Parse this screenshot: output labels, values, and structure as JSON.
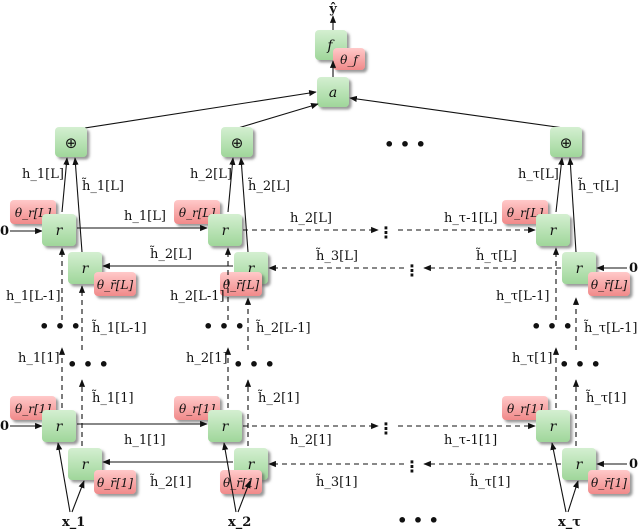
{
  "diagram": {
    "output_label": "ŷ",
    "f_node": "f",
    "theta_f": "θ_f",
    "a_node": "a",
    "sum_symbol": "⊕",
    "r_node": "r",
    "theta_r_L": "θ_r[L]",
    "theta_rbar_L": "θ_r̄[L]",
    "theta_r_1": "θ_r[1]",
    "theta_rbar_1": "θ_r̄[1]",
    "zero": "0",
    "ellipsis": "• • •",
    "vdots": "⋮",
    "inputs": [
      "x_1",
      "x_2",
      "x_τ"
    ],
    "col1": {
      "h_L": "h_1[L]",
      "ht_L": "h̃_1[L]",
      "h_Lm1": "h_1[L-1]",
      "ht_Lm1": "h̃_1[L-1]",
      "h_1": "h_1[1]",
      "ht_1": "h̃_1[1]"
    },
    "col2": {
      "h_L": "h_2[L]",
      "ht_L": "h̃_2[L]",
      "h_Lm1": "h_2[L-1]",
      "ht_Lm1": "h̃_2[L-1]",
      "h_1": "h_2[1]",
      "ht_1": "h̃_2[1]"
    },
    "colT": {
      "h_L": "h_τ[L]",
      "ht_L": "h̃_τ[L]",
      "h_Lm1": "h_τ[L-1]",
      "ht_Lm1": "h̃_τ[L-1]",
      "h_1": "h_τ[1]",
      "ht_1": "h̃_τ[1]"
    },
    "fwd_L": [
      "h_1[L]",
      "h_2[L]",
      "h_τ-1[L]"
    ],
    "bwd_L": [
      "h̃_2[L]",
      "h̃_3[L]",
      "h̃_τ[L]"
    ],
    "fwd_1": [
      "h_1[1]",
      "h_2[1]",
      "h_τ-1[1]"
    ],
    "bwd_1": [
      "h̃_2[1]",
      "h̃_3[1]",
      "h̃_τ[1]"
    ]
  }
}
